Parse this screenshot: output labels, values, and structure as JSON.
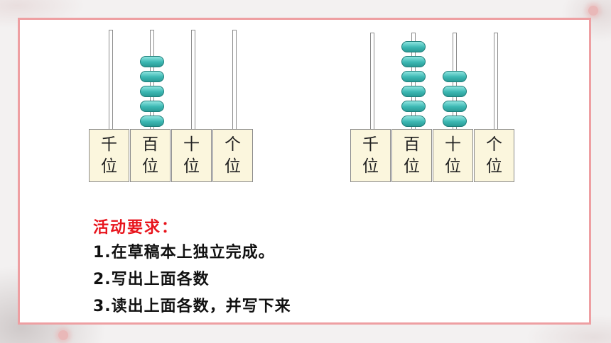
{
  "abacus_left": {
    "place_labels": [
      {
        "top": "千",
        "bottom": "位"
      },
      {
        "top": "百",
        "bottom": "位"
      },
      {
        "top": "十",
        "bottom": "位"
      },
      {
        "top": "个",
        "bottom": "位"
      }
    ],
    "bead_counts": [
      0,
      5,
      0,
      0
    ]
  },
  "abacus_right": {
    "place_labels": [
      {
        "top": "千",
        "bottom": "位"
      },
      {
        "top": "百",
        "bottom": "位"
      },
      {
        "top": "十",
        "bottom": "位"
      },
      {
        "top": "个",
        "bottom": "位"
      }
    ],
    "bead_counts": [
      0,
      6,
      4,
      0
    ]
  },
  "requirements": {
    "title": "活动要求：",
    "items": [
      "1.在草稿本上独立完成。",
      "2.写出上面各数",
      "3.读出上面各数，并写下来"
    ]
  },
  "colors": {
    "frame_border": "#ee9fa2",
    "bead": "#3cb8b3",
    "title_red": "#e8141c",
    "label_bg": "#fbf6dd"
  }
}
